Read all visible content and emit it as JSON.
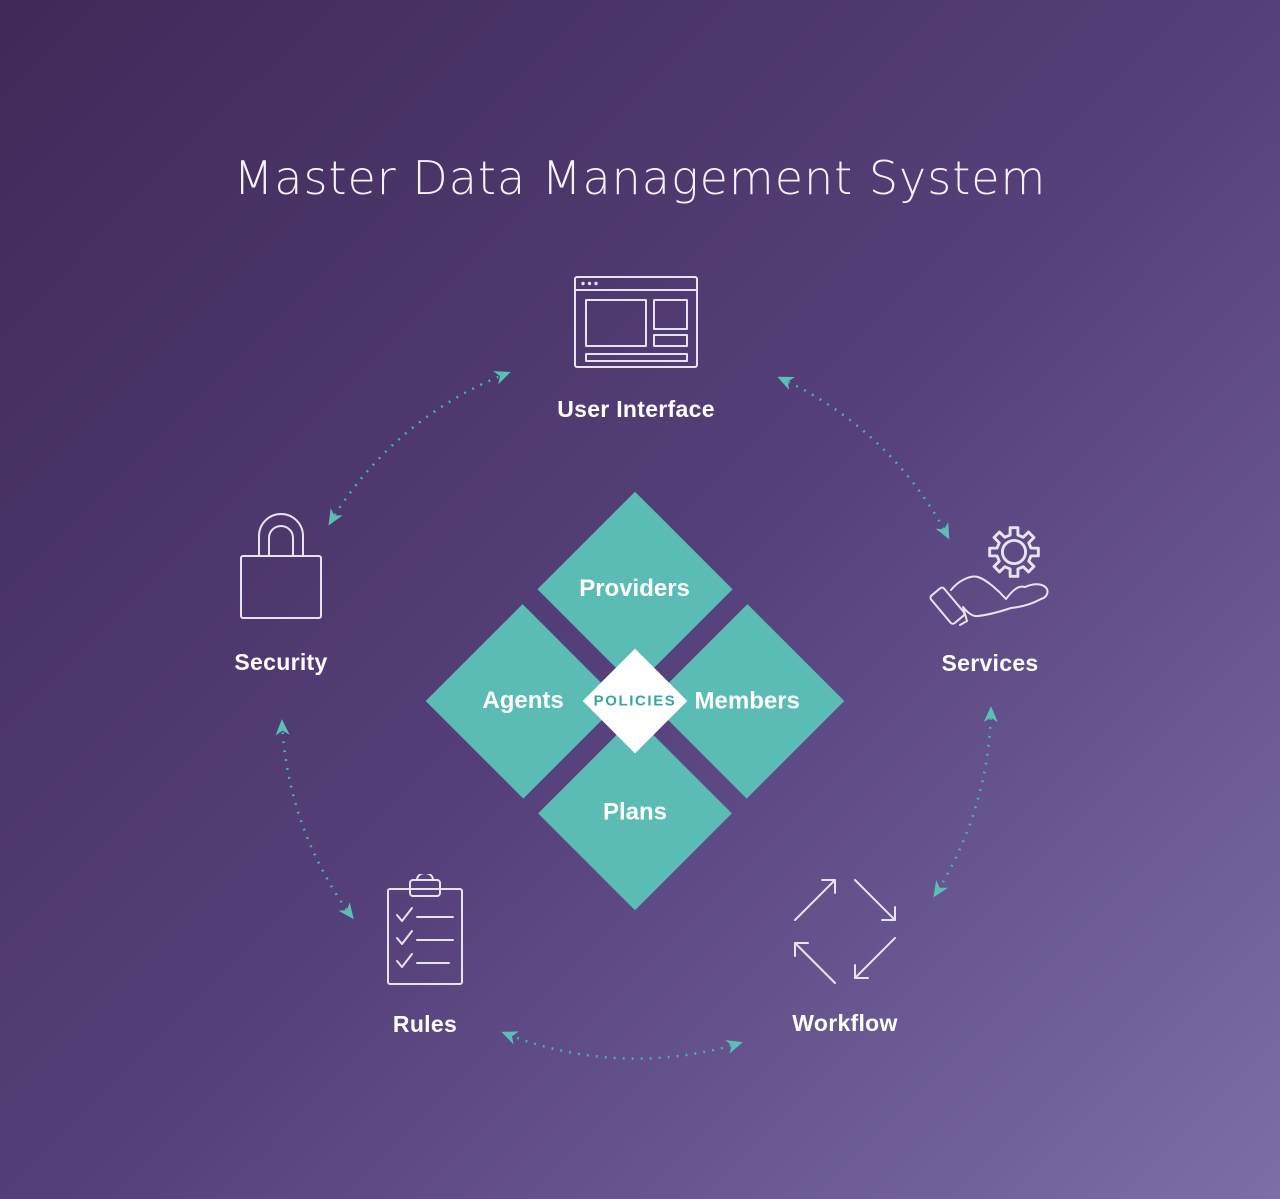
{
  "title": "Master Data Management System",
  "center": {
    "diamonds": [
      {
        "id": "providers",
        "label": "Providers"
      },
      {
        "id": "agents",
        "label": "Agents"
      },
      {
        "id": "members",
        "label": "Members"
      },
      {
        "id": "plans",
        "label": "Plans"
      }
    ],
    "core": {
      "label": "POLICIES"
    }
  },
  "nodes": [
    {
      "id": "user-interface",
      "label": "User Interface",
      "icon": "browser-window-icon"
    },
    {
      "id": "services",
      "label": "Services",
      "icon": "gear-in-hand-icon"
    },
    {
      "id": "workflow",
      "label": "Workflow",
      "icon": "cycle-arrows-icon"
    },
    {
      "id": "rules",
      "label": "Rules",
      "icon": "checklist-clipboard-icon"
    },
    {
      "id": "security",
      "label": "Security",
      "icon": "padlock-icon"
    }
  ],
  "connectors": [
    {
      "from": "security",
      "to": "user-interface",
      "style": "dotted",
      "arrowheads": "both"
    },
    {
      "from": "user-interface",
      "to": "services",
      "style": "dotted",
      "arrowheads": "both"
    },
    {
      "from": "services",
      "to": "workflow",
      "style": "dotted",
      "arrowheads": "both"
    },
    {
      "from": "workflow",
      "to": "rules",
      "style": "dotted",
      "arrowheads": "both"
    },
    {
      "from": "rules",
      "to": "security",
      "style": "dotted",
      "arrowheads": "both"
    }
  ],
  "colors": {
    "background_top_left": "#3f2a57",
    "background_bottom_right": "#7c6ea7",
    "diamond_teal": "#5abcb4",
    "connector_teal": "#4fb4ac",
    "policies_text_teal": "#35a79f",
    "text_white": "#ffffff"
  }
}
